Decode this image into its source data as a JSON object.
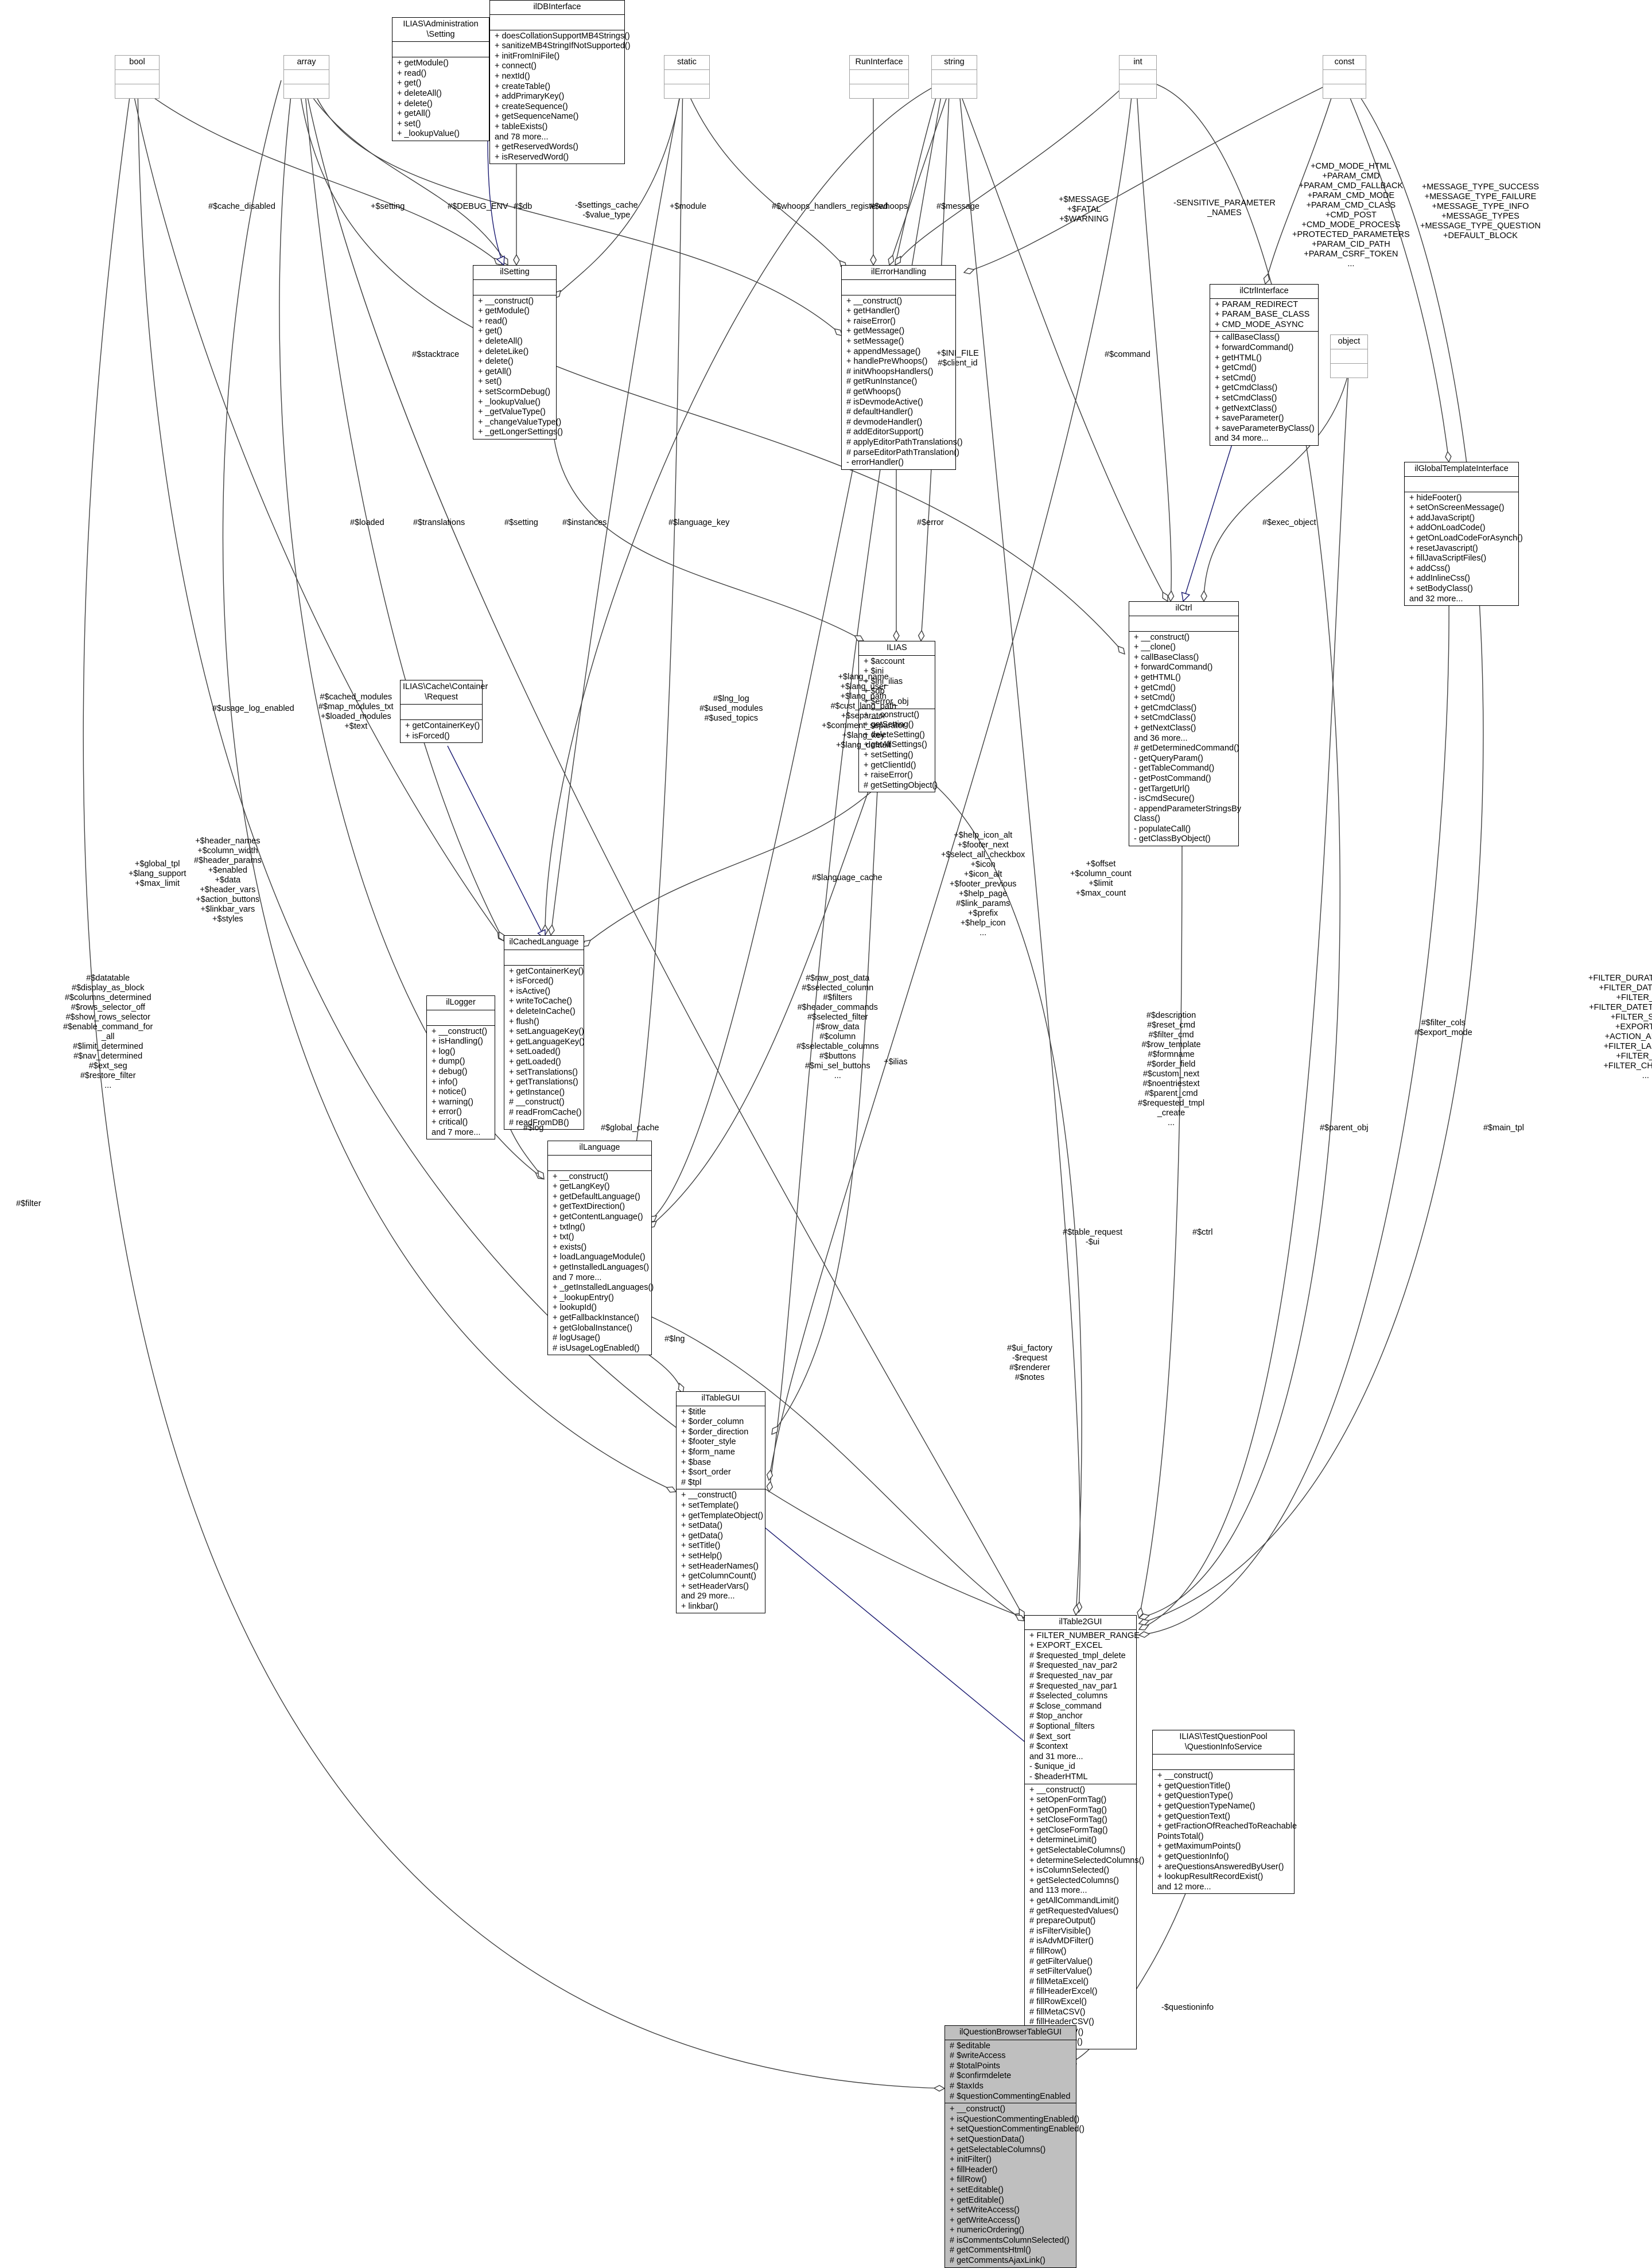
{
  "classes": {
    "bool": {
      "name": "bool",
      "attributes": [],
      "methods": []
    },
    "array": {
      "name": "array",
      "attributes": [],
      "methods": []
    },
    "ilias_setting": {
      "name": "ILIAS\\Administration\n\\Setting",
      "attributes": [],
      "methods": [
        "+ getModule()",
        "+ read()",
        "+ get()",
        "+ deleteAll()",
        "+ delete()",
        "+ getAll()",
        "+ set()",
        "+ _lookupValue()"
      ]
    },
    "ildbinterface": {
      "name": "ilDBInterface",
      "attributes": [],
      "methods": [
        "+ doesCollationSupportMB4Strings()",
        "+ sanitizeMB4StringIfNotSupported()",
        "+ initFromIniFile()",
        "+ connect()",
        "+ nextId()",
        "+ createTable()",
        "+ addPrimaryKey()",
        "+ createSequence()",
        "+ getSequenceName()",
        "+ tableExists()",
        "and 78 more...",
        "+ getReservedWords()",
        "+ isReservedWord()"
      ]
    },
    "static": {
      "name": "static",
      "attributes": [],
      "methods": []
    },
    "runinterface": {
      "name": "RunInterface",
      "attributes": [],
      "methods": []
    },
    "string": {
      "name": "string",
      "attributes": [],
      "methods": []
    },
    "int": {
      "name": "int",
      "attributes": [],
      "methods": []
    },
    "const": {
      "name": "const",
      "attributes": [],
      "methods": []
    },
    "ilsetting": {
      "name": "ilSetting",
      "attributes": [],
      "methods": [
        "+ __construct()",
        "+ getModule()",
        "+ read()",
        "+ get()",
        "+ deleteAll()",
        "+ deleteLike()",
        "+ delete()",
        "+ getAll()",
        "+ set()",
        "+ setScormDebug()",
        "+ _lookupValue()",
        "+ _getValueType()",
        "+ _changeValueType()",
        "+ _getLongerSettings()"
      ]
    },
    "ilerrorhandling": {
      "name": "ilErrorHandling",
      "attributes": [],
      "methods": [
        "+ __construct()",
        "+ getHandler()",
        "+ raiseError()",
        "+ getMessage()",
        "+ setMessage()",
        "+ appendMessage()",
        "+ handlePreWhoops()",
        "# initWhoopsHandlers()",
        "# getRunInstance()",
        "# getWhoops()",
        "# isDevmodeActive()",
        "# defaultHandler()",
        "# devmodeHandler()",
        "# addEditorSupport()",
        "# applyEditorPathTranslations()",
        "# parseEditorPathTranslation()",
        "- errorHandler()"
      ]
    },
    "ilctrlinterface": {
      "name": "ilCtrlInterface",
      "attributes": [
        "+ PARAM_REDIRECT",
        "+ PARAM_BASE_CLASS",
        "+ CMD_MODE_ASYNC"
      ],
      "methods": [
        "+ callBaseClass()",
        "+ forwardCommand()",
        "+ getHTML()",
        "+ getCmd()",
        "+ setCmd()",
        "+ getCmdClass()",
        "+ setCmdClass()",
        "+ getNextClass()",
        "+ saveParameter()",
        "+ saveParameterByClass()",
        "and 34 more..."
      ]
    },
    "object": {
      "name": "object",
      "attributes": [],
      "methods": []
    },
    "ilglobaltemplateinterface": {
      "name": "ilGlobalTemplateInterface",
      "attributes": [],
      "methods": [
        "+ hideFooter()",
        "+ setOnScreenMessage()",
        "+ addJavaScript()",
        "+ addOnLoadCode()",
        "+ getOnLoadCodeForAsynch()",
        "+ resetJavascript()",
        "+ fillJavaScriptFiles()",
        "+ addCss()",
        "+ addInlineCss()",
        "+ setBodyClass()",
        "and 32 more..."
      ]
    },
    "ilctrl": {
      "name": "ilCtrl",
      "attributes": [],
      "methods": [
        "+ __construct()",
        "+ __clone()",
        "+ callBaseClass()",
        "+ forwardCommand()",
        "+ getHTML()",
        "+ getCmd()",
        "+ setCmd()",
        "+ getCmdClass()",
        "+ setCmdClass()",
        "+ getNextClass()",
        "and 36 more...",
        "# getDeterminedCommand()",
        "- getQueryParam()",
        "- getTableCommand()",
        "- getPostCommand()",
        "- getTargetUrl()",
        "- isCmdSecure()",
        "- appendParameterStringsBy",
        "Class()",
        "- populateCall()",
        "- getClassByObject()"
      ]
    },
    "ilias": {
      "name": "ILIAS",
      "attributes": [
        "+ $account",
        "+ $ini",
        "+ $ini_ilias",
        "+ $db",
        "+ $error_obj"
      ],
      "methods": [
        "+ __construct()",
        "+ getSetting()",
        "+ deleteSetting()",
        "+ getAllSettings()",
        "+ setSetting()",
        "+ getClientId()",
        "+ raiseError()",
        "# getSettingObject()"
      ]
    },
    "cache_request": {
      "name": "ILIAS\\Cache\\Container\n\\Request",
      "attributes": [],
      "methods": [
        "+ getContainerKey()",
        "+ isForced()"
      ]
    },
    "ilcachedlanguage": {
      "name": "ilCachedLanguage",
      "attributes": [],
      "methods": [
        "+ getContainerKey()",
        "+ isForced()",
        "+ isActive()",
        "+ writeToCache()",
        "+ deleteInCache()",
        "+ flush()",
        "+ setLanguageKey()",
        "+ getLanguageKey()",
        "+ setLoaded()",
        "+ getLoaded()",
        "+ setTranslations()",
        "+ getTranslations()",
        "+ getInstance()",
        "# __construct()",
        "# readFromCache()",
        "# readFromDB()"
      ]
    },
    "illogger": {
      "name": "ilLogger",
      "attributes": [],
      "methods": [
        "+ __construct()",
        "+ isHandling()",
        "+ log()",
        "+ dump()",
        "+ debug()",
        "+ info()",
        "+ notice()",
        "+ warning()",
        "+ error()",
        "+ critical()",
        "and 7 more..."
      ]
    },
    "illanguage": {
      "name": "ilLanguage",
      "attributes": [],
      "methods": [
        "+ __construct()",
        "+ getLangKey()",
        "+ getDefaultLanguage()",
        "+ getTextDirection()",
        "+ getContentLanguage()",
        "+ txtlng()",
        "+ txt()",
        "+ exists()",
        "+ loadLanguageModule()",
        "+ getInstalledLanguages()",
        "and 7 more...",
        "+ _getInstalledLanguages()",
        "+ _lookupEntry()",
        "+ lookupId()",
        "+ getFallbackInstance()",
        "+ getGlobalInstance()",
        "# logUsage()",
        "# isUsageLogEnabled()"
      ]
    },
    "iltablegui": {
      "name": "ilTableGUI",
      "attributes": [
        "+ $title",
        "+ $order_column",
        "+ $order_direction",
        "+ $footer_style",
        "+ $form_name",
        "+ $base",
        "+ $sort_order",
        "# $tpl"
      ],
      "methods": [
        "+ __construct()",
        "+ setTemplate()",
        "+ getTemplateObject()",
        "+ setData()",
        "+ getData()",
        "+ setTitle()",
        "+ setHelp()",
        "+ setHeaderNames()",
        "+ getColumnCount()",
        "+ setHeaderVars()",
        "and 29 more...",
        "+ linkbar()"
      ]
    },
    "iltable2gui": {
      "name": "ilTable2GUI",
      "attributes": [
        "+ FILTER_NUMBER_RANGE",
        "+ EXPORT_EXCEL",
        "# $requested_tmpl_delete",
        "# $requested_nav_par2",
        "# $requested_nav_par",
        "# $requested_nav_par1",
        "# $selected_columns",
        "# $close_command",
        "# $top_anchor",
        "# $optional_filters",
        "# $ext_sort",
        "# $context",
        "and 31 more...",
        "- $unique_id",
        "- $headerHTML"
      ],
      "methods": [
        "+ __construct()",
        "+ setOpenFormTag()",
        "+ getOpenFormTag()",
        "+ setCloseFormTag()",
        "+ getCloseFormTag()",
        "+ determineLimit()",
        "+ getSelectableColumns()",
        "+ determineSelectedColumns()",
        "+ isColumnSelected()",
        "+ getSelectedColumns()",
        "and 113 more...",
        "+ getAllCommandLimit()",
        "# getRequestedValues()",
        "# prepareOutput()",
        "# isFilterVisible()",
        "# isAdvMDFilter()",
        "# fillRow()",
        "# getFilterValue()",
        "# setFilterValue()",
        "# fillMetaExcel()",
        "# fillHeaderExcel()",
        "# fillRowExcel()",
        "# fillMetaCSV()",
        "# fillHeaderCSV()",
        "# fillRowCSV()",
        "- renderFilter()"
      ]
    },
    "questioninfoservice": {
      "name": "ILIAS\\TestQuestionPool\n\\QuestionInfoService",
      "attributes": [],
      "methods": [
        "+ __construct()",
        "+ getQuestionTitle()",
        "+ getQuestionType()",
        "+ getQuestionTypeName()",
        "+ getQuestionText()",
        "+ getFractionOfReachedToReachable",
        "PointsTotal()",
        "+ getMaximumPoints()",
        "+ getQuestionInfo()",
        "+ areQuestionsAnsweredByUser()",
        "+ lookupResultRecordExist()",
        "and 12 more..."
      ]
    },
    "ilquestionbrowsertablegui": {
      "name": "ilQuestionBrowserTableGUI",
      "attributes": [
        "# $editable",
        "# $writeAccess",
        "# $totalPoints",
        "# $confirmdelete",
        "# $taxIds",
        "# $questionCommentingEnabled"
      ],
      "methods": [
        "+ __construct()",
        "+ isQuestionCommentingEnabled()",
        "+ setQuestionCommentingEnabled()",
        "+ setQuestionData()",
        "+ getSelectableColumns()",
        "+ initFilter()",
        "+ fillHeader()",
        "+ fillRow()",
        "+ setEditable()",
        "+ getEditable()",
        "+ setWriteAccess()",
        "+ getWriteAccess()",
        "+ numericOrdering()",
        "# isCommentsColumnSelected()",
        "# getCommentsHtml()",
        "# getCommentsAjaxLink()"
      ]
    }
  },
  "labels": {
    "cache_disabled": "#$cache_disabled",
    "setting_plus": "+$setting",
    "debug_env": "#$DEBUG_ENV",
    "db": "#$db",
    "settings_cache": "-$settings_cache\n-$value_type",
    "module": "+$module",
    "whoops_handlers": "#$whoops_handlers_registered",
    "whoops": "#$whoops",
    "message": "#$message",
    "err_levels": "+$MESSAGE\n+$FATAL\n+$WARNING",
    "sensitive": "-SENSITIVE_PARAMETER\n_NAMES",
    "ctrl_consts": "+CMD_MODE_HTML\n+PARAM_CMD\n+PARAM_CMD_FALLBACK\n+PARAM_CMD_MODE\n+PARAM_CMD_CLASS\n+CMD_POST\n+CMD_MODE_PROCESS\n+PROTECTED_PARAMETERS\n+PARAM_CID_PATH\n+PARAM_CSRF_TOKEN\n...",
    "msg_types": "+MESSAGE_TYPE_SUCCESS\n+MESSAGE_TYPE_FAILURE\n+MESSAGE_TYPE_INFO\n+MESSAGE_TYPES\n+MESSAGE_TYPE_QUESTION\n+DEFAULT_BLOCK",
    "stacktrace": "#$stacktrace",
    "ini_file": "+$INI_FILE\n#$client_id",
    "command": "#$command",
    "loaded": "#$loaded",
    "translations": "#$translations",
    "setting_hash": "#$setting",
    "instances": "#$instances",
    "language_key": "#$language_key",
    "error": "#$error",
    "exec_object": "#$exec_object",
    "usage_log": "#$usage_log_enabled",
    "cached_modules": "#$cached_modules\n#$map_modules_txt\n+$loaded_modules\n+$text",
    "lng_log": "#$lng_log\n#$used_modules\n#$used_topics",
    "lang_name": "+$lang_name\n+$lang_user\n+$lang_path\n#$cust_lang_path\n+$separator\n+$comment_separator\n+$lang_key\n+$lang_default",
    "language_cache": "#$language_cache",
    "global_tpl": "+$global_tpl\n+$lang_support\n+$max_limit",
    "header_names": "+$header_names\n+$column_width\n#$header_params\n+$enabled\n+$data\n+$header_vars\n+$action_buttons\n+$linkbar_vars\n+$styles",
    "help_icon": "+$help_icon_alt\n+$footer_next\n+$select_all_checkbox\n+$icon\n+$icon_alt\n+$footer_previous\n+$help_page\n#$link_params\n+$prefix\n+$help_icon\n...",
    "offset": "+$offset\n+$column_count\n+$limit\n+$max_count",
    "datatable": "#$datatable\n#$display_as_block\n#$columns_determined\n#$rows_selector_off\n#$show_rows_selector\n#$enable_command_for\n_all\n#$limit_determined\n#$nav_determined\n#$ext_seg\n#$restore_filter\n...",
    "raw_post": "#$raw_post_data\n#$selected_column\n#$filters\n#$header_commands\n#$selected_filter\n#$row_data\n#$column\n#$selectable_columns\n#$buttons\n#$mi_sel_buttons\n...",
    "ilias_var": "+$ilias",
    "description": "#$description\n#$reset_cmd\n#$filter_cmd\n#$row_template\n#$formname\n#$order_field\n#$custom_next\n#$noentriestext\n#$parent_cmd\n#$requested_tmpl\n_create\n...",
    "filter_cols": "#$filter_cols\n#$export_mode",
    "filter_consts": "+FILTER_DURATION_RANGE\n+FILTER_DATE_RANGE\n+FILTER_TEXT\n+FILTER_DATETIME_RANGE\n+FILTER_SELECT\n+EXPORT_CSV\n+ACTION_ALL_LIMIT\n+FILTER_LANGUAGE\n+FILTER_DATE\n+FILTER_CHECKBOX\n...",
    "log": "#$log",
    "global_cache": "#$global_cache",
    "parent_obj": "#$parent_obj",
    "main_tpl": "#$main_tpl",
    "lng": "#$lng",
    "table_request": "#$table_request\n-$ui",
    "ctrl": "#$ctrl",
    "ui_factory": "#$ui_factory\n-$request\n#$renderer\n#$notes",
    "filter": "#$filter",
    "questioninfo": "-$questioninfo"
  }
}
